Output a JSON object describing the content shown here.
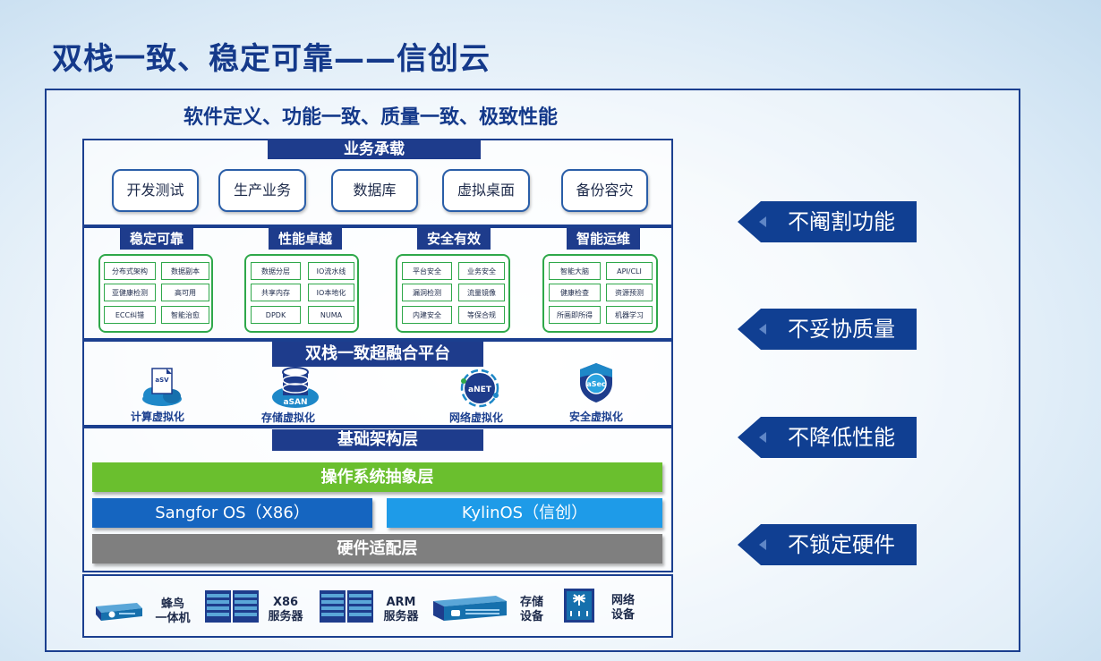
{
  "title": "双栈一致、稳定可靠——信创云",
  "subtitle": "软件定义、功能一致、质量一致、极致性能",
  "business": {
    "header": "业务承载",
    "items": [
      "开发测试",
      "生产业务",
      "数据库",
      "虚拟桌面",
      "备份容灾"
    ]
  },
  "capabilities": [
    {
      "header": "稳定可靠",
      "chips": [
        "分布式架构",
        "数据副本",
        "亚健康检测",
        "高可用",
        "ECC纠错",
        "智能治愈"
      ]
    },
    {
      "header": "性能卓越",
      "chips": [
        "数据分层",
        "IO流水线",
        "共享内存",
        "IO本地化",
        "DPDK",
        "NUMA"
      ]
    },
    {
      "header": "安全有效",
      "chips": [
        "平台安全",
        "业务安全",
        "漏洞检测",
        "流量镜像",
        "内建安全",
        "等保合规"
      ]
    },
    {
      "header": "智能运维",
      "chips": [
        "智能大脑",
        "API/CLI",
        "健康检查",
        "资源预测",
        "所画即所得",
        "机器学习"
      ]
    }
  ],
  "platform": {
    "header": "双栈一致超融合平台",
    "items": [
      {
        "icon_text": "aSV",
        "label": "计算虚拟化",
        "icon": "asv-icon"
      },
      {
        "icon_text": "aSAN",
        "label": "存储虚拟化",
        "icon": "asan-icon"
      },
      {
        "icon_text": "aNET",
        "label": "网络虚拟化",
        "icon": "anet-icon"
      },
      {
        "icon_text": "aSec",
        "label": "安全虚拟化",
        "icon": "asec-icon"
      }
    ]
  },
  "infra": {
    "header": "基础架构层",
    "os_layer": "操作系统抽象层",
    "os_x86": "Sangfor OS（X86）",
    "os_kylin": "KylinOS（信创）",
    "hw_layer": "硬件适配层"
  },
  "hardware": [
    {
      "line1": "蜂鸟",
      "line2": "一体机",
      "icon": "appliance-icon"
    },
    {
      "line1": "X86",
      "line2": "服务器",
      "icon": "x86-server-icon"
    },
    {
      "line1": "ARM",
      "line2": "服务器",
      "icon": "arm-server-icon"
    },
    {
      "line1": "存储",
      "line2": "设备",
      "icon": "storage-device-icon"
    },
    {
      "line1": "网络",
      "line2": "设备",
      "icon": "network-device-icon"
    }
  ],
  "tags": [
    "不阉割功能",
    "不妥协质量",
    "不降低性能",
    "不锁定硬件"
  ],
  "colors": {
    "navy": "#1e3c8c",
    "green": "#6abf2e",
    "os_blue": "#1565c0",
    "kylin_blue": "#1e9be8",
    "hw_gray": "#7f7f7f",
    "tag_blue": "#103f92"
  }
}
